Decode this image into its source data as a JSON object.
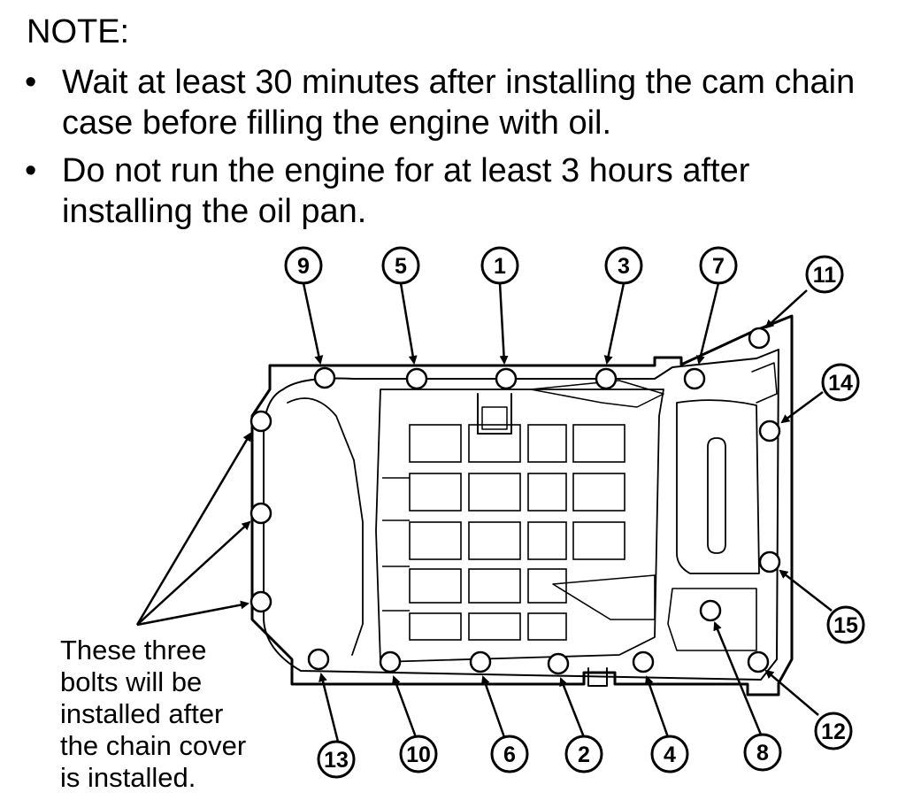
{
  "note": {
    "title": "NOTE:",
    "bullet_symbol": "•",
    "bullets": [
      "Wait at least 30 minutes after installing the cam chain case before filling the engine with oil.",
      "Do not run the engine for at least 3 hours after installing the oil pan."
    ]
  },
  "caption": {
    "lines": [
      "These three",
      "bolts will be",
      "installed after",
      "the chain cover",
      "is installed."
    ]
  },
  "callouts": [
    "1",
    "2",
    "3",
    "4",
    "5",
    "6",
    "7",
    "8",
    "9",
    "10",
    "11",
    "12",
    "13",
    "14",
    "15"
  ]
}
